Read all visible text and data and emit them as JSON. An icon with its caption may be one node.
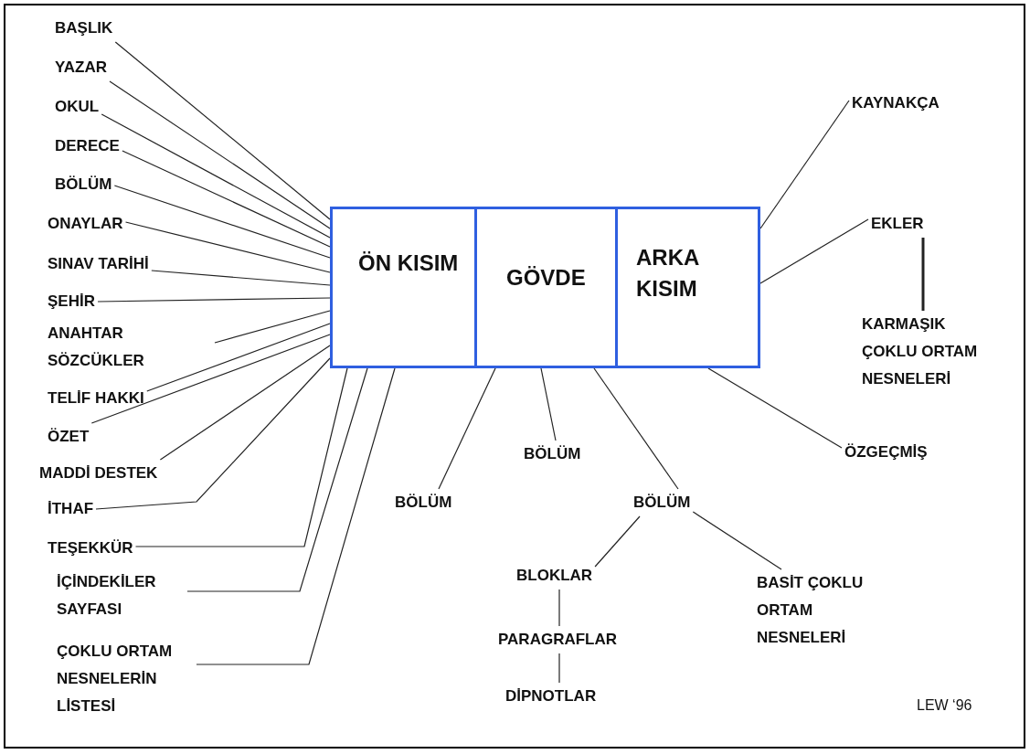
{
  "diagram": {
    "nodes": [
      {
        "text": [
          "ÖN KISIM"
        ]
      },
      {
        "text": [
          "GÖVDE"
        ]
      },
      {
        "text": [
          "ARKA KISIM"
        ]
      },
      {
        "text": [
          "BAŞLIK"
        ]
      },
      {
        "text": [
          "YAZAR"
        ]
      },
      {
        "text": [
          "OKUL"
        ]
      },
      {
        "text": [
          "DERECE"
        ]
      },
      {
        "text": [
          "BÖLÜM"
        ]
      },
      {
        "text": [
          "ONAYLAR"
        ]
      },
      {
        "text": [
          "SINAV TARİHİ"
        ]
      },
      {
        "text": [
          "ŞEHİR"
        ]
      },
      {
        "text": [
          "ANAHTAR SÖZCÜKLER"
        ]
      },
      {
        "text": [
          "TELİF HAKKI"
        ]
      },
      {
        "text": [
          "ÖZET"
        ]
      },
      {
        "text": [
          "MADDİ DESTEK"
        ]
      },
      {
        "text": [
          "İTHAF"
        ]
      },
      {
        "text": [
          "TEŞEKKÜR"
        ]
      },
      {
        "text": [
          "İÇİNDEKİLER SAYFASI"
        ]
      },
      {
        "text": [
          "ÇOKLU ORTAM NESNELERİN LİSTESİ"
        ]
      },
      {
        "text": [
          "KAYNAKÇA"
        ]
      },
      {
        "text": [
          "EKLER"
        ]
      },
      {
        "text": [
          "KARMAŞIK ÇOKLU ORTAM NESNELERİ"
        ]
      },
      {
        "text": [
          "ÖZGEÇMİŞ"
        ]
      },
      {
        "text": [
          "BÖLÜM"
        ]
      },
      {
        "text": [
          "BÖLÜM"
        ]
      },
      {
        "text": [
          "BÖLÜM"
        ]
      },
      {
        "text": [
          "BLOKLAR"
        ]
      },
      {
        "text": [
          "BASİT ÇOKLU ORTAM NESNELERİ"
        ]
      },
      {
        "text": [
          "PARAGRAFLAR"
        ]
      },
      {
        "text": [
          "DİPNOTLAR"
        ]
      }
    ],
    "edges": [
      {
        "from": 3,
        "to": 0,
        "arrow": "none"
      },
      {
        "from": 4,
        "to": 0,
        "arrow": "none"
      },
      {
        "from": 5,
        "to": 0,
        "arrow": "none"
      },
      {
        "from": 6,
        "to": 0,
        "arrow": "none"
      },
      {
        "from": 7,
        "to": 0,
        "arrow": "none"
      },
      {
        "from": 8,
        "to": 0,
        "arrow": "none"
      },
      {
        "from": 9,
        "to": 0,
        "arrow": "none"
      },
      {
        "from": 10,
        "to": 0,
        "arrow": "none"
      },
      {
        "from": 11,
        "to": 0,
        "arrow": "none"
      },
      {
        "from": 12,
        "to": 0,
        "arrow": "none"
      },
      {
        "from": 13,
        "to": 0,
        "arrow": "none"
      },
      {
        "from": 14,
        "to": 0,
        "arrow": "none"
      },
      {
        "from": 15,
        "to": 0,
        "arrow": "none"
      },
      {
        "from": 16,
        "to": 0,
        "arrow": "none"
      },
      {
        "from": 17,
        "to": 0,
        "arrow": "none"
      },
      {
        "from": 18,
        "to": 0,
        "arrow": "none"
      },
      {
        "from": 19,
        "to": 2,
        "arrow": "none"
      },
      {
        "from": 20,
        "to": 2,
        "arrow": "none"
      },
      {
        "from": 20,
        "to": 21,
        "arrow": "none",
        "style": "thick"
      },
      {
        "from": 22,
        "to": 2,
        "arrow": "none"
      },
      {
        "from": 1,
        "to": 23,
        "arrow": "none"
      },
      {
        "from": 1,
        "to": 24,
        "arrow": "none"
      },
      {
        "from": 1,
        "to": 25,
        "arrow": "none"
      },
      {
        "from": 25,
        "to": 26,
        "arrow": "none"
      },
      {
        "from": 25,
        "to": 27,
        "arrow": "none"
      },
      {
        "from": 26,
        "to": 28,
        "arrow": "none"
      },
      {
        "from": 28,
        "to": 29,
        "arrow": "none"
      }
    ],
    "labels": [
      "LEW ‘96"
    ]
  }
}
